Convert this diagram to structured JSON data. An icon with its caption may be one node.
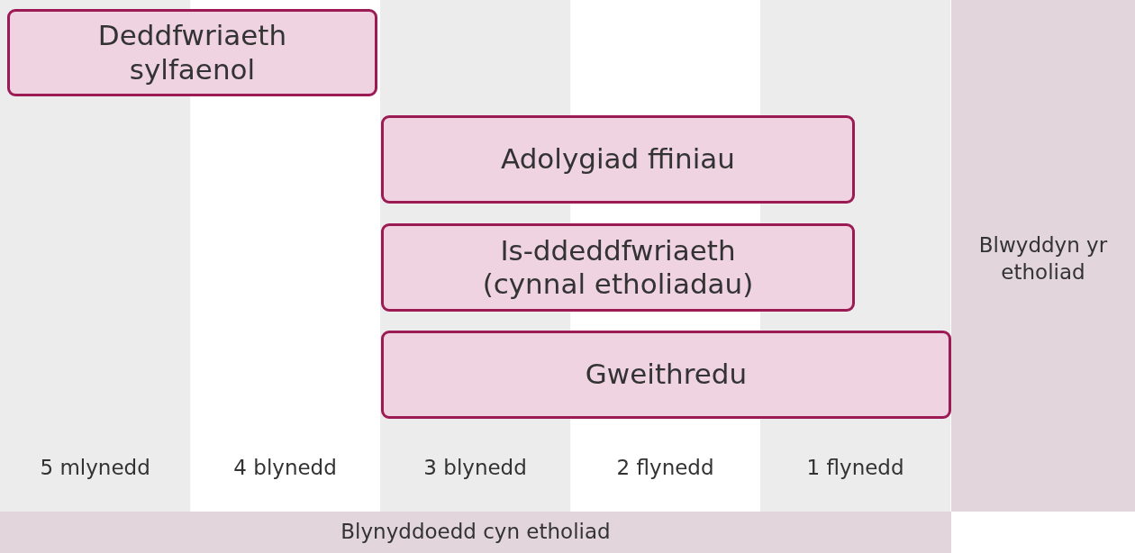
{
  "diagram": {
    "nodes": [
      {
        "text": [
          "Deddfwriaeth sylfaenol"
        ]
      },
      {
        "text": [
          "Adolygiad ffiniau"
        ]
      },
      {
        "text": [
          "Is-ddeddfwriaeth (cynnal etholiadau)"
        ]
      },
      {
        "text": [
          "Blwyddyn yr etholiad"
        ]
      },
      {
        "text": [
          "Gweithredu"
        ]
      },
      {
        "text": [
          "Blynyddoedd cyn etholiad"
        ]
      }
    ],
    "labels": [
      "5 mlynedd",
      "4 blynedd",
      "3 blynedd",
      "2 flynedd",
      "1 flynedd"
    ]
  }
}
